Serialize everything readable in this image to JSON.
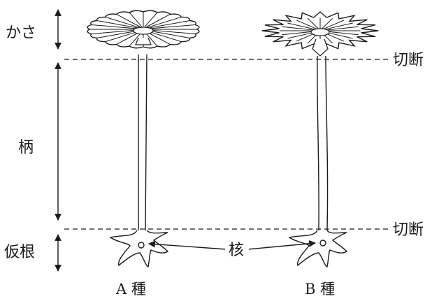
{
  "labels": {
    "cap": "かさ",
    "stalk": "柄",
    "rhizoid": "仮根",
    "cut_top": "切断",
    "cut_bottom": "切断",
    "nucleus": "核",
    "species_a": "A 種",
    "species_b": "B 種"
  },
  "cap_shapes": {
    "species_a": "rounded-petal-cap",
    "species_b": "pointed-petal-cap"
  },
  "colors": {
    "ink": "#1a1a1a",
    "background": "#ffffff"
  }
}
